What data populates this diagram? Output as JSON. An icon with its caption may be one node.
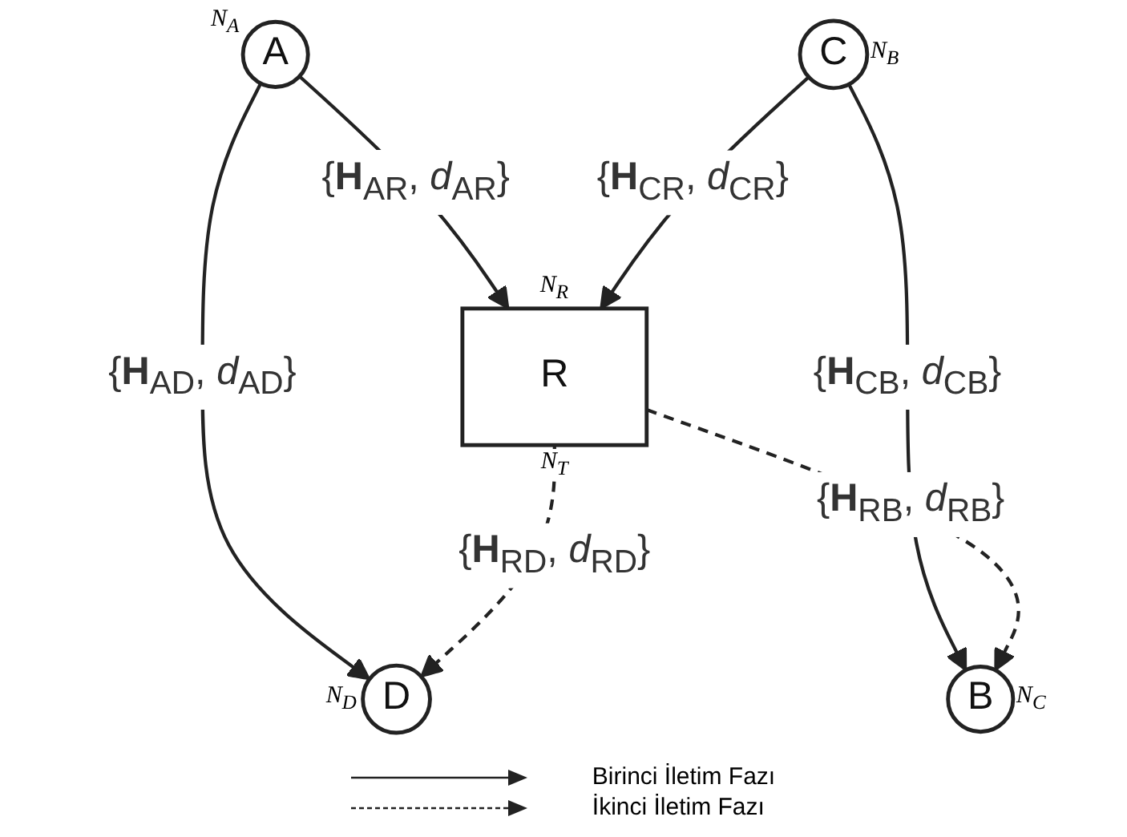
{
  "diagram": {
    "nodes": [
      {
        "text": [
          "A"
        ],
        "beside": [
          "*N*$_{A}$"
        ]
      },
      {
        "text": [
          "C"
        ],
        "beside": [
          "*N*$_{B}$"
        ]
      },
      {
        "text": [
          "R"
        ],
        "beside": [
          "*N*$_{R}$",
          "*N*$_{T}$"
        ]
      },
      {
        "text": [
          "D"
        ],
        "beside": [
          "*N*$_{D}$"
        ]
      },
      {
        "text": [
          "B"
        ],
        "beside": [
          "*N*$_{C}$"
        ]
      }
    ],
    "edges": [
      {
        "from": 0,
        "to": 2,
        "arrow": "to",
        "label": "{**H**$_{AR}$, *d*$_{AR}$}"
      },
      {
        "from": 1,
        "to": 2,
        "arrow": "to",
        "label": "{**H**$_{CR}$, *d*$_{CR}$}"
      },
      {
        "from": 0,
        "to": 3,
        "arrow": "to",
        "label": "{**H**$_{AD}$, *d*$_{AD}$}"
      },
      {
        "from": 1,
        "to": 4,
        "arrow": "to",
        "label": "{**H**$_{CB}$, *d*$_{CB}$}"
      },
      {
        "from": 2,
        "to": 3,
        "arrow": "to",
        "style": "dashed",
        "label": "{**H**$_{RD}$, *d*$_{RD}$}"
      },
      {
        "from": 2,
        "to": 4,
        "arrow": "to",
        "style": "dashed",
        "label": "{**H**$_{RB}$, *d*$_{RB}$}"
      }
    ],
    "legend": [
      {
        "text": "Birinci İletim Fazı"
      },
      {
        "text": "İkinci İletim Fazı"
      }
    ]
  }
}
